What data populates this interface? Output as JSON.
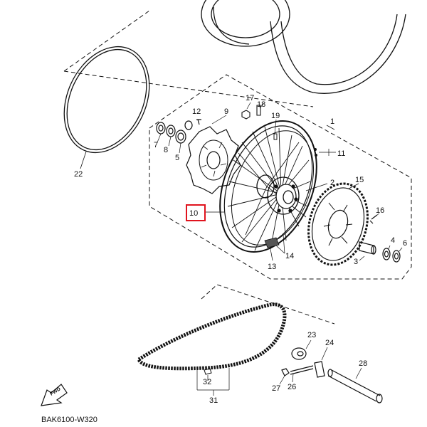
{
  "diagram": {
    "code": "BAK6100-W320",
    "fwd_label": "FWD",
    "highlight_color": "#e0141e",
    "callouts": {
      "c1": "1",
      "c2": "2",
      "c3": "3",
      "c4": "4",
      "c5": "5",
      "c6": "6",
      "c7": "7",
      "c8": "8",
      "c9": "9",
      "c10": "10",
      "c11": "11",
      "c12": "12",
      "c13": "13",
      "c14": "14",
      "c15": "15",
      "c16": "16",
      "c17": "17",
      "c18": "18",
      "c19": "19",
      "c22": "22",
      "c23": "23",
      "c24": "24",
      "c26": "26",
      "c27": "27",
      "c28": "28",
      "c31": "31",
      "c32": "32"
    },
    "highlighted_part": "10"
  }
}
